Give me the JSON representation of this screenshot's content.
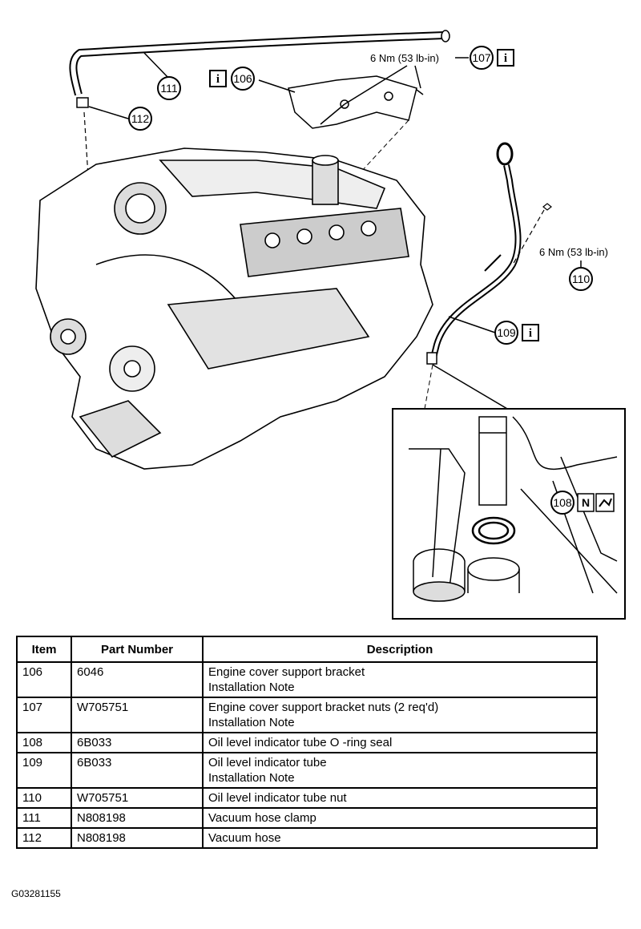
{
  "callouts": {
    "c106": "106",
    "c107": "107",
    "c108": "108",
    "c109": "109",
    "c110": "110",
    "c111": "111",
    "c112": "112"
  },
  "torque": {
    "t107": "6 Nm (53 lb-in)",
    "t110": "6 Nm (53 lb-in)"
  },
  "symbols": {
    "info": "i",
    "new_part": "N"
  },
  "table": {
    "headers": {
      "item": "Item",
      "part_number": "Part Number",
      "description": "Description"
    },
    "rows": [
      {
        "item": "106",
        "part_number": "6046",
        "description": "Engine cover support bracket",
        "note": "Installation Note"
      },
      {
        "item": "107",
        "part_number": "W705751",
        "description": "Engine cover support bracket nuts (2 req'd)",
        "note": "Installation Note"
      },
      {
        "item": "108",
        "part_number": "6B033",
        "description": "Oil level indicator tube O -ring seal",
        "note": ""
      },
      {
        "item": "109",
        "part_number": "6B033",
        "description": "Oil level indicator tube",
        "note": "Installation Note"
      },
      {
        "item": "110",
        "part_number": "W705751",
        "description": "Oil level indicator tube nut",
        "note": ""
      },
      {
        "item": "111",
        "part_number": "N808198",
        "description": "Vacuum hose clamp",
        "note": ""
      },
      {
        "item": "112",
        "part_number": "N808198",
        "description": "Vacuum hose",
        "note": ""
      }
    ]
  },
  "figure_id": "G03281155"
}
